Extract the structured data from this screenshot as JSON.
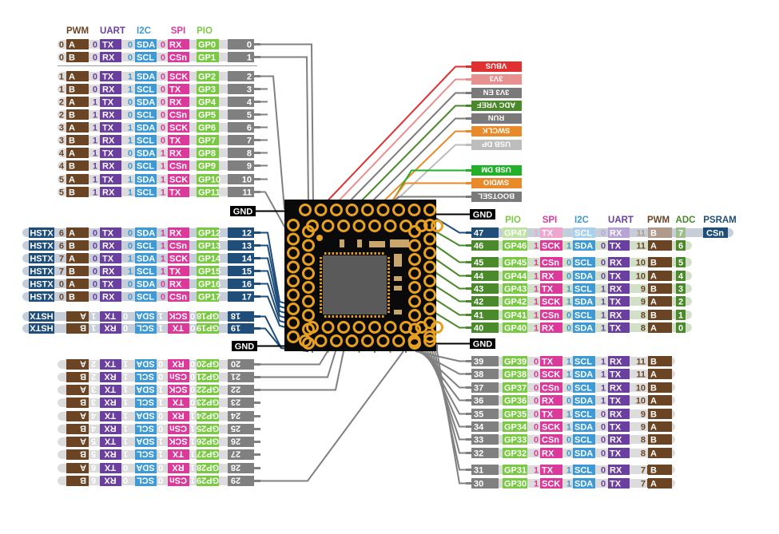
{
  "title": "RP2350B pinout diagram",
  "colors": {
    "pwm": "#6b4423",
    "pwm_faded": "#b09a8a",
    "uart": "#6a3fa0",
    "uart_faded": "#b8a3d6",
    "i2c": "#3e9ad7",
    "i2c_faded": "#a9d0ec",
    "spi": "#dc3a9a",
    "spi_faded": "#eea6cf",
    "pio": "#7ac943",
    "pio_faded": "#bfe3a2",
    "adc": "#4a8a2a",
    "psram": "#1f4e7a",
    "gpio": "#808080",
    "hstx": "#1f4e7a",
    "pill": "#dcdcdc",
    "pill_hstx": "#c6cfd9",
    "pill_adc": "#d2dfc9",
    "gnd": "#000000",
    "chip_body": "#0a0a0a",
    "pad": "#e8a020",
    "die": "#5a5a5a",
    "vbus": "#e03030",
    "v3v3": "#e89090",
    "v3v3en": "#7a7a7a",
    "adcvref": "#4a8a2a",
    "run": "#7a7a7a",
    "swclk": "#e88a2a",
    "usbdp": "#bdbdbd",
    "usbdm": "#22b02a",
    "swdio": "#e88a2a",
    "bootsel": "#7a7a7a"
  },
  "headers_left": {
    "pwm": "PWM",
    "uart": "UART",
    "i2c": "I2C",
    "spi": "SPI",
    "pio": "PIO"
  },
  "headers_right": {
    "pio": "PIO",
    "spi": "SPI",
    "i2c": "I2C",
    "uart": "UART",
    "pwm": "PWM",
    "adc": "ADC",
    "psram": "PSRAM"
  },
  "left_top_pins": [
    {
      "pin": "0",
      "gp": "GP0",
      "spi_n": "0",
      "spi": "RX",
      "i2c_n": "0",
      "i2c": "SDA",
      "uart_n": "0",
      "uart": "TX",
      "pwm_n": "0",
      "pwm": "A"
    },
    {
      "pin": "1",
      "gp": "GP1",
      "spi_n": "0",
      "spi": "CSn",
      "i2c_n": "0",
      "i2c": "SCL",
      "uart_n": "0",
      "uart": "RX",
      "pwm_n": "0",
      "pwm": "B"
    },
    {
      "pin": "2",
      "gp": "GP2",
      "spi_n": "0",
      "spi": "SCK",
      "i2c_n": "1",
      "i2c": "SDA",
      "uart_n": "0",
      "uart": "TX",
      "pwm_n": "1",
      "pwm": "A"
    },
    {
      "pin": "3",
      "gp": "GP3",
      "spi_n": "0",
      "spi": "TX",
      "i2c_n": "1",
      "i2c": "SCL",
      "uart_n": "0",
      "uart": "RX",
      "pwm_n": "1",
      "pwm": "B"
    },
    {
      "pin": "4",
      "gp": "GP4",
      "spi_n": "0",
      "spi": "RX",
      "i2c_n": "0",
      "i2c": "SDA",
      "uart_n": "1",
      "uart": "TX",
      "pwm_n": "2",
      "pwm": "A"
    },
    {
      "pin": "5",
      "gp": "GP5",
      "spi_n": "0",
      "spi": "CSn",
      "i2c_n": "0",
      "i2c": "SCL",
      "uart_n": "1",
      "uart": "RX",
      "pwm_n": "2",
      "pwm": "B"
    },
    {
      "pin": "6",
      "gp": "GP6",
      "spi_n": "0",
      "spi": "SCK",
      "i2c_n": "1",
      "i2c": "SDA",
      "uart_n": "1",
      "uart": "TX",
      "pwm_n": "3",
      "pwm": "A"
    },
    {
      "pin": "7",
      "gp": "GP7",
      "spi_n": "0",
      "spi": "TX",
      "i2c_n": "1",
      "i2c": "SCL",
      "uart_n": "1",
      "uart": "RX",
      "pwm_n": "3",
      "pwm": "B"
    },
    {
      "pin": "8",
      "gp": "GP8",
      "spi_n": "1",
      "spi": "RX",
      "i2c_n": "0",
      "i2c": "SDA",
      "uart_n": "1",
      "uart": "TX",
      "pwm_n": "4",
      "pwm": "A"
    },
    {
      "pin": "9",
      "gp": "GP9",
      "spi_n": "1",
      "spi": "CSn",
      "i2c_n": "0",
      "i2c": "SCL",
      "uart_n": "1",
      "uart": "RX",
      "pwm_n": "4",
      "pwm": "B"
    },
    {
      "pin": "10",
      "gp": "GP10",
      "spi_n": "1",
      "spi": "SCK",
      "i2c_n": "1",
      "i2c": "SDA",
      "uart_n": "1",
      "uart": "TX",
      "pwm_n": "5",
      "pwm": "A"
    },
    {
      "pin": "11",
      "gp": "GP11",
      "spi_n": "1",
      "spi": "TX",
      "i2c_n": "1",
      "i2c": "SCL",
      "uart_n": "1",
      "uart": "RX",
      "pwm_n": "5",
      "pwm": "B"
    }
  ],
  "left_hstx_pins": [
    {
      "pin": "12",
      "gp": "GP12",
      "spi_n": "1",
      "spi": "RX",
      "i2c_n": "0",
      "i2c": "SDA",
      "uart_n": "0",
      "uart": "TX",
      "pwm_n": "6",
      "pwm": "A",
      "extra": "HSTX"
    },
    {
      "pin": "13",
      "gp": "GP13",
      "spi_n": "1",
      "spi": "CSn",
      "i2c_n": "0",
      "i2c": "SCL",
      "uart_n": "0",
      "uart": "RX",
      "pwm_n": "6",
      "pwm": "B",
      "extra": "HSTX"
    },
    {
      "pin": "14",
      "gp": "GP14",
      "spi_n": "1",
      "spi": "SCK",
      "i2c_n": "1",
      "i2c": "SDA",
      "uart_n": "0",
      "uart": "TX",
      "pwm_n": "7",
      "pwm": "A",
      "extra": "HSTX"
    },
    {
      "pin": "15",
      "gp": "GP15",
      "spi_n": "1",
      "spi": "TX",
      "i2c_n": "1",
      "i2c": "SCL",
      "uart_n": "0",
      "uart": "RX",
      "pwm_n": "7",
      "pwm": "B",
      "extra": "HSTX"
    },
    {
      "pin": "16",
      "gp": "GP16",
      "spi_n": "0",
      "spi": "RX",
      "i2c_n": "0",
      "i2c": "SDA",
      "uart_n": "0",
      "uart": "TX",
      "pwm_n": "0",
      "pwm": "A",
      "extra": "HSTX"
    },
    {
      "pin": "17",
      "gp": "GP17",
      "spi_n": "0",
      "spi": "CSn",
      "i2c_n": "0",
      "i2c": "SCL",
      "uart_n": "0",
      "uart": "RX",
      "pwm_n": "0",
      "pwm": "B",
      "extra": "HSTX"
    }
  ],
  "left_hstx_flipped": [
    {
      "pin": "18",
      "gp": "GP18",
      "spi_n": "0",
      "spi": "SCK",
      "i2c_n": "1",
      "i2c": "SDA",
      "uart_n": "0",
      "uart": "TX",
      "pwm_n": "1",
      "pwm": "A",
      "extra": "HSTX"
    },
    {
      "pin": "19",
      "gp": "GP19",
      "spi_n": "0",
      "spi": "TX",
      "i2c_n": "1",
      "i2c": "SCL",
      "uart_n": "0",
      "uart": "RX",
      "pwm_n": "1",
      "pwm": "B",
      "extra": "HSTX"
    }
  ],
  "left_bottom_flipped": [
    {
      "pin": "20",
      "gp": "GP20",
      "spi_n": "0",
      "spi": "RX",
      "i2c_n": "0",
      "i2c": "SDA",
      "uart_n": "1",
      "uart": "TX",
      "pwm_n": "2",
      "pwm": "A"
    },
    {
      "pin": "21",
      "gp": "GP21",
      "spi_n": "0",
      "spi": "CSn",
      "i2c_n": "0",
      "i2c": "SCL",
      "uart_n": "1",
      "uart": "RX",
      "pwm_n": "2",
      "pwm": "B"
    },
    {
      "pin": "22",
      "gp": "GP22",
      "spi_n": "0",
      "spi": "SCK",
      "i2c_n": "1",
      "i2c": "SDA",
      "uart_n": "1",
      "uart": "TX",
      "pwm_n": "3",
      "pwm": "A"
    },
    {
      "pin": "23",
      "gp": "GP23",
      "spi_n": "0",
      "spi": "TX",
      "i2c_n": "1",
      "i2c": "SCL",
      "uart_n": "1",
      "uart": "RX",
      "pwm_n": "3",
      "pwm": "B"
    },
    {
      "pin": "24",
      "gp": "GP24",
      "spi_n": "1",
      "spi": "RX",
      "i2c_n": "0",
      "i2c": "SDA",
      "uart_n": "1",
      "uart": "TX",
      "pwm_n": "4",
      "pwm": "A"
    },
    {
      "pin": "25",
      "gp": "GP25",
      "spi_n": "1",
      "spi": "CSn",
      "i2c_n": "0",
      "i2c": "SCL",
      "uart_n": "1",
      "uart": "RX",
      "pwm_n": "4",
      "pwm": "B"
    },
    {
      "pin": "26",
      "gp": "GP26",
      "spi_n": "1",
      "spi": "SCK",
      "i2c_n": "1",
      "i2c": "SDA",
      "uart_n": "1",
      "uart": "TX",
      "pwm_n": "5",
      "pwm": "A"
    },
    {
      "pin": "27",
      "gp": "GP27",
      "spi_n": "1",
      "spi": "TX",
      "i2c_n": "1",
      "i2c": "SCL",
      "uart_n": "1",
      "uart": "RX",
      "pwm_n": "5",
      "pwm": "B"
    },
    {
      "pin": "28",
      "gp": "GP28",
      "spi_n": "1",
      "spi": "RX",
      "i2c_n": "0",
      "i2c": "SDA",
      "uart_n": "0",
      "uart": "TX",
      "pwm_n": "6",
      "pwm": "A"
    },
    {
      "pin": "29",
      "gp": "GP29",
      "spi_n": "1",
      "spi": "CSn",
      "i2c_n": "0",
      "i2c": "SCL",
      "uart_n": "0",
      "uart": "RX",
      "pwm_n": "6",
      "pwm": "B"
    }
  ],
  "right_top_pins": [
    {
      "pin": "47",
      "gp": "GP47",
      "spi_n": "1",
      "spi": "TX",
      "i2c_n": "1",
      "i2c": "SCL",
      "uart_n": "0",
      "uart": "RX",
      "pwm_n": "11",
      "pwm": "B",
      "adc": "7",
      "psram": "CSn",
      "faded": true,
      "pin_color": "hstx"
    },
    {
      "pin": "46",
      "gp": "GP46",
      "spi_n": "1",
      "spi": "SCK",
      "i2c_n": "1",
      "i2c": "SDA",
      "uart_n": "0",
      "uart": "TX",
      "pwm_n": "11",
      "pwm": "A",
      "adc": "6",
      "psram": "",
      "faded": false,
      "pin_color": "adc"
    }
  ],
  "right_adc_pins": [
    {
      "pin": "45",
      "gp": "GP45",
      "spi_n": "1",
      "spi": "CSn",
      "i2c_n": "0",
      "i2c": "SCL",
      "uart_n": "0",
      "uart": "RX",
      "pwm_n": "10",
      "pwm": "B",
      "adc": "5"
    },
    {
      "pin": "44",
      "gp": "GP44",
      "spi_n": "1",
      "spi": "RX",
      "i2c_n": "0",
      "i2c": "SDA",
      "uart_n": "0",
      "uart": "TX",
      "pwm_n": "10",
      "pwm": "A",
      "adc": "4"
    },
    {
      "pin": "43",
      "gp": "GP43",
      "spi_n": "1",
      "spi": "TX",
      "i2c_n": "1",
      "i2c": "SCL",
      "uart_n": "1",
      "uart": "RX",
      "pwm_n": "9",
      "pwm": "B",
      "adc": "3"
    },
    {
      "pin": "42",
      "gp": "GP42",
      "spi_n": "1",
      "spi": "SCK",
      "i2c_n": "1",
      "i2c": "SDA",
      "uart_n": "1",
      "uart": "TX",
      "pwm_n": "9",
      "pwm": "A",
      "adc": "2"
    },
    {
      "pin": "41",
      "gp": "GP41",
      "spi_n": "1",
      "spi": "CSn",
      "i2c_n": "0",
      "i2c": "SCL",
      "uart_n": "1",
      "uart": "RX",
      "pwm_n": "8",
      "pwm": "B",
      "adc": "1"
    },
    {
      "pin": "40",
      "gp": "GP40",
      "spi_n": "1",
      "spi": "RX",
      "i2c_n": "0",
      "i2c": "SDA",
      "uart_n": "1",
      "uart": "TX",
      "pwm_n": "8",
      "pwm": "A",
      "adc": "0"
    }
  ],
  "right_bottom_pins": [
    {
      "pin": "39",
      "gp": "GP39",
      "spi_n": "0",
      "spi": "TX",
      "i2c_n": "1",
      "i2c": "SCL",
      "uart_n": "1",
      "uart": "RX",
      "pwm_n": "11",
      "pwm": "B"
    },
    {
      "pin": "38",
      "gp": "GP38",
      "spi_n": "0",
      "spi": "SCK",
      "i2c_n": "1",
      "i2c": "SDA",
      "uart_n": "1",
      "uart": "TX",
      "pwm_n": "11",
      "pwm": "A"
    },
    {
      "pin": "37",
      "gp": "GP37",
      "spi_n": "0",
      "spi": "CSn",
      "i2c_n": "0",
      "i2c": "SCL",
      "uart_n": "1",
      "uart": "RX",
      "pwm_n": "10",
      "pwm": "B"
    },
    {
      "pin": "36",
      "gp": "GP36",
      "spi_n": "0",
      "spi": "RX",
      "i2c_n": "0",
      "i2c": "SDA",
      "uart_n": "1",
      "uart": "TX",
      "pwm_n": "10",
      "pwm": "A"
    },
    {
      "pin": "35",
      "gp": "GP35",
      "spi_n": "0",
      "spi": "TX",
      "i2c_n": "1",
      "i2c": "SCL",
      "uart_n": "0",
      "uart": "RX",
      "pwm_n": "9",
      "pwm": "B"
    },
    {
      "pin": "34",
      "gp": "GP34",
      "spi_n": "0",
      "spi": "SCK",
      "i2c_n": "1",
      "i2c": "SDA",
      "uart_n": "0",
      "uart": "TX",
      "pwm_n": "9",
      "pwm": "A"
    },
    {
      "pin": "33",
      "gp": "GP33",
      "spi_n": "0",
      "spi": "CSn",
      "i2c_n": "0",
      "i2c": "SCL",
      "uart_n": "0",
      "uart": "RX",
      "pwm_n": "8",
      "pwm": "B"
    },
    {
      "pin": "32",
      "gp": "GP32",
      "spi_n": "0",
      "spi": "RX",
      "i2c_n": "0",
      "i2c": "SDA",
      "uart_n": "0",
      "uart": "TX",
      "pwm_n": "8",
      "pwm": "A"
    }
  ],
  "right_last_pins": [
    {
      "pin": "31",
      "gp": "GP31",
      "spi_n": "1",
      "spi": "TX",
      "i2c_n": "1",
      "i2c": "SCL",
      "uart_n": "0",
      "uart": "RX",
      "pwm_n": "7",
      "pwm": "B"
    },
    {
      "pin": "30",
      "gp": "GP30",
      "spi_n": "1",
      "spi": "SCK",
      "i2c_n": "1",
      "i2c": "SDA",
      "uart_n": "0",
      "uart": "TX",
      "pwm_n": "7",
      "pwm": "A"
    }
  ],
  "power_labels_top": [
    {
      "label": "VBUS",
      "color": "vbus"
    },
    {
      "label": "3V3",
      "color": "v3v3"
    },
    {
      "label": "3V3 EN",
      "color": "v3v3en"
    },
    {
      "label": "ADC VREF",
      "color": "adcvref"
    },
    {
      "label": "RUN",
      "color": "run"
    },
    {
      "label": "SWCLK",
      "color": "swclk"
    },
    {
      "label": "USB DP",
      "color": "usbdp",
      "dark": true
    }
  ],
  "power_labels_mid": [
    {
      "label": "USB DM",
      "color": "usbdm"
    },
    {
      "label": "SWDIO",
      "color": "swdio"
    },
    {
      "label": "BOOTSEL",
      "color": "bootsel"
    }
  ],
  "gnd_label": "GND"
}
